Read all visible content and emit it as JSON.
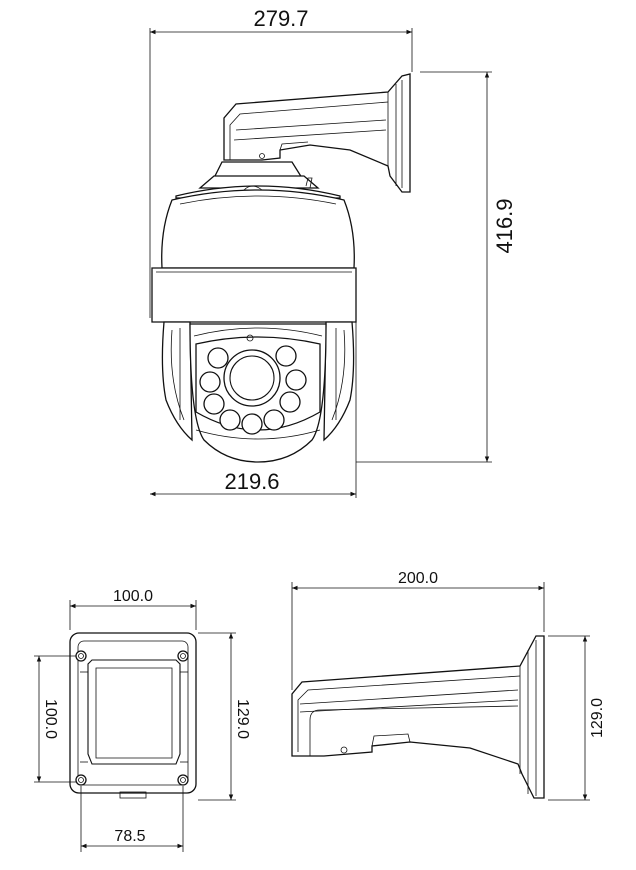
{
  "camera_front": {
    "overall_width": "279.7",
    "overall_height": "416.9",
    "dome_width": "219.6"
  },
  "base_plate": {
    "width": "100.0",
    "inner_height": "100.0",
    "height": "129.0",
    "hole_spacing": "78.5"
  },
  "bracket_side": {
    "length": "200.0",
    "height": "129.0"
  },
  "colors": {
    "line": "#111111",
    "background": "#ffffff"
  }
}
